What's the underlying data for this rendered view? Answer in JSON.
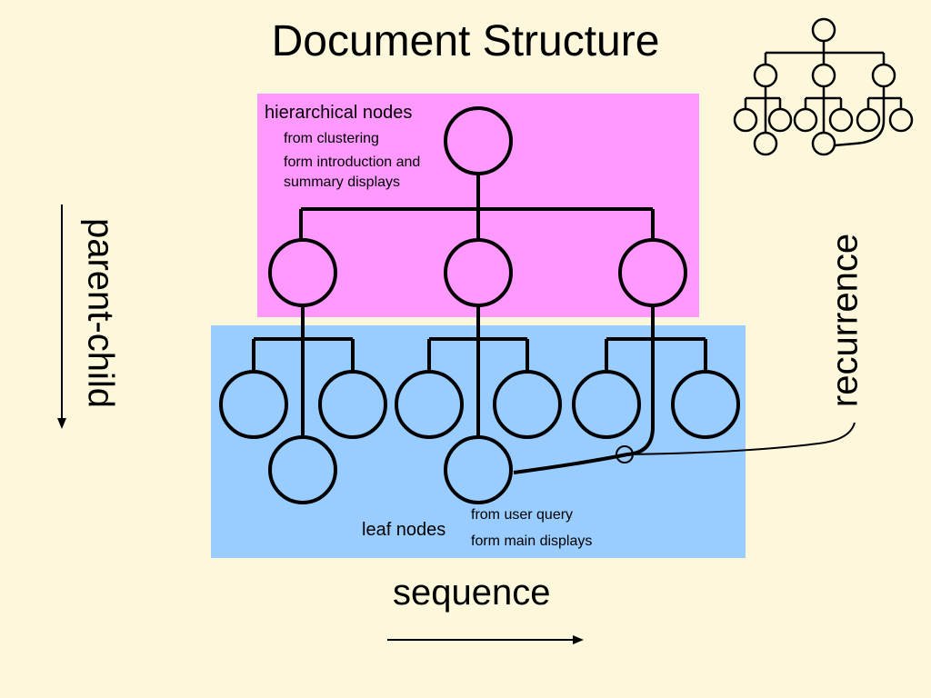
{
  "title": "Document Structure",
  "hier": {
    "heading": "hierarchical nodes",
    "line1": "from clustering",
    "line2": "form introduction and",
    "line3": "summary displays"
  },
  "leaf": {
    "heading": "leaf nodes",
    "line1": "from user query",
    "line2": "form main displays"
  },
  "axes": {
    "vertical": "parent-child",
    "horizontal": "sequence",
    "right": "recurrence"
  },
  "colors": {
    "background": "#fdf8dc",
    "hierarchical_region": "#ff99ff",
    "leaf_region": "#99ccff"
  }
}
